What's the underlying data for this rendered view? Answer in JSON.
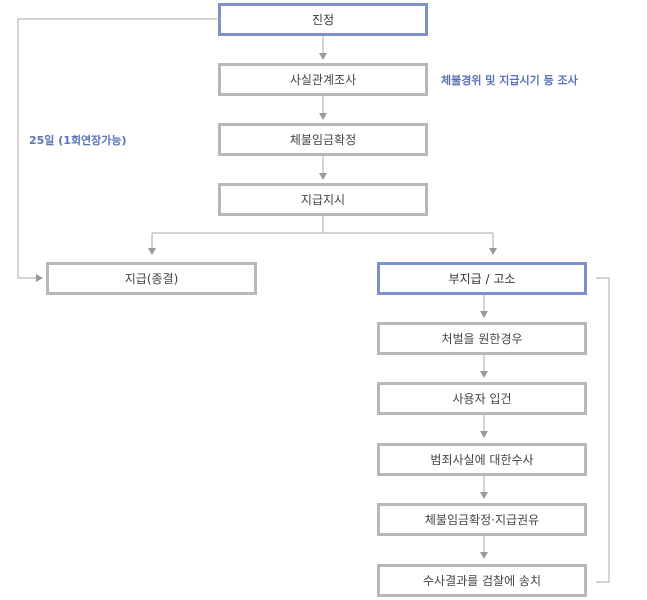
{
  "flow": {
    "step1": "진정",
    "step2": "사실관계조사",
    "step3": "체불임금확정",
    "step4": "지급지시",
    "left_end": "지급(종결)",
    "right_head": "부지급 / 고소",
    "r1": "처벌을 원한경우",
    "r2": "사용자 입건",
    "r3": "범죄사실에 대한수사",
    "r4": "체불임금확정·지급권유",
    "r5": "수사결과를 검찰에 송치"
  },
  "notes": {
    "investigation": "체불경위 및 지급시기 등 조사",
    "period": "25일 (1회연장가능)"
  },
  "colors": {
    "box_border": "#b8b8b8",
    "highlight_border": "#8090cc",
    "note_text": "#5a73b7",
    "connector": "#aaaaaa"
  }
}
